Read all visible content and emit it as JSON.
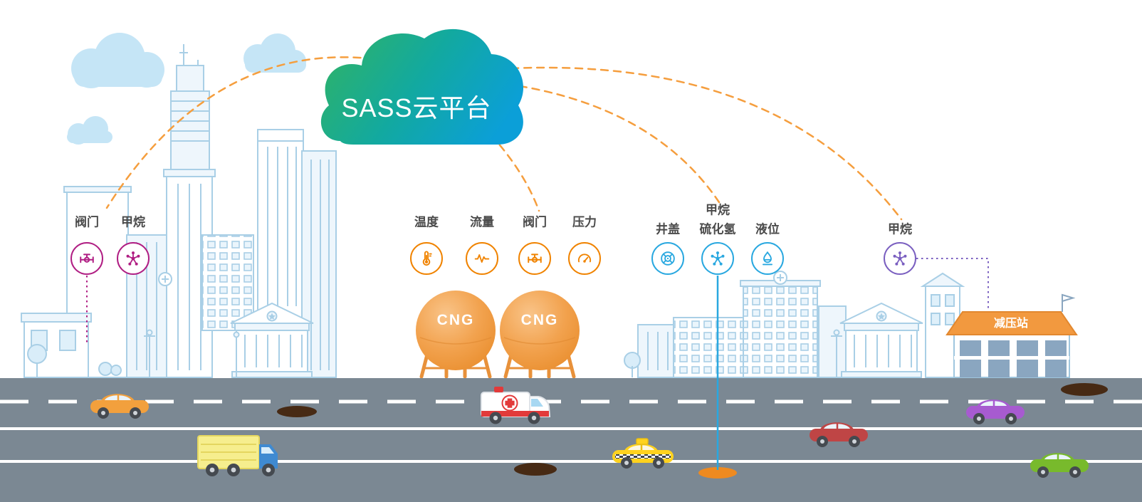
{
  "cloud": {
    "label": "SASS云平台"
  },
  "colors": {
    "cloud_gradient_start": "#2eb269",
    "cloud_gradient_end": "#0b9fd8",
    "magenta": "#b01e83",
    "orange": "#f08300",
    "blue": "#29a8e0",
    "purple": "#7a5fc0",
    "connector_dash": "#f59e3e",
    "road": "#7b8893",
    "building_line": "#a9cfe6",
    "tank": "#f2a24e"
  },
  "sensor_groups": [
    {
      "color": "#b01e83",
      "sensors": [
        {
          "label": "阀门",
          "icon": "valve-icon"
        },
        {
          "label": "甲烷",
          "icon": "molecule-icon"
        }
      ]
    },
    {
      "color": "#f08300",
      "sensors": [
        {
          "label": "温度",
          "icon": "thermometer-icon"
        },
        {
          "label": "流量",
          "icon": "flow-icon"
        },
        {
          "label": "阀门",
          "icon": "valve-icon"
        },
        {
          "label": "压力",
          "icon": "gauge-icon"
        }
      ]
    },
    {
      "color": "#29a8e0",
      "sensors": [
        {
          "label": "井盖",
          "icon": "manhole-icon"
        },
        {
          "label": "甲烷",
          "label2": "硫化氢",
          "icon": "molecule-icon"
        },
        {
          "label": "液位",
          "icon": "level-icon"
        }
      ]
    },
    {
      "color": "#7a5fc0",
      "sensors": [
        {
          "label": "甲烷",
          "icon": "molecule-icon"
        }
      ]
    }
  ],
  "tanks": [
    {
      "label": "CNG"
    },
    {
      "label": "CNG"
    }
  ],
  "station": {
    "label": "减压站"
  }
}
